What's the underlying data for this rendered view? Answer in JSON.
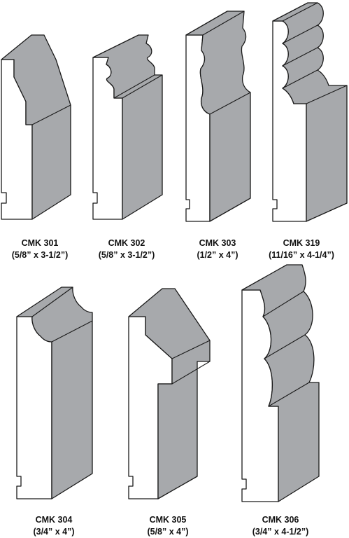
{
  "colors": {
    "face": "#ffffff",
    "side": "#a7a9ac",
    "outline": "#1a1a1a"
  },
  "profiles": [
    {
      "code": "CMK 301",
      "size": "(5/8” x 3-1/2”)"
    },
    {
      "code": "CMK 302",
      "size": "(5/8” x 3-1/2”)"
    },
    {
      "code": "CMK 303",
      "size": "(1/2” x 4”)"
    },
    {
      "code": "CMK 319",
      "size": "(11/16” x 4-1/4”)"
    },
    {
      "code": "CMK 304",
      "size": "(3/4” x 4”)"
    },
    {
      "code": "CMK 305",
      "size": "(5/8” x 4”)"
    },
    {
      "code": "CMK 306",
      "size": "(3/4” x 4-1/2”)"
    }
  ]
}
